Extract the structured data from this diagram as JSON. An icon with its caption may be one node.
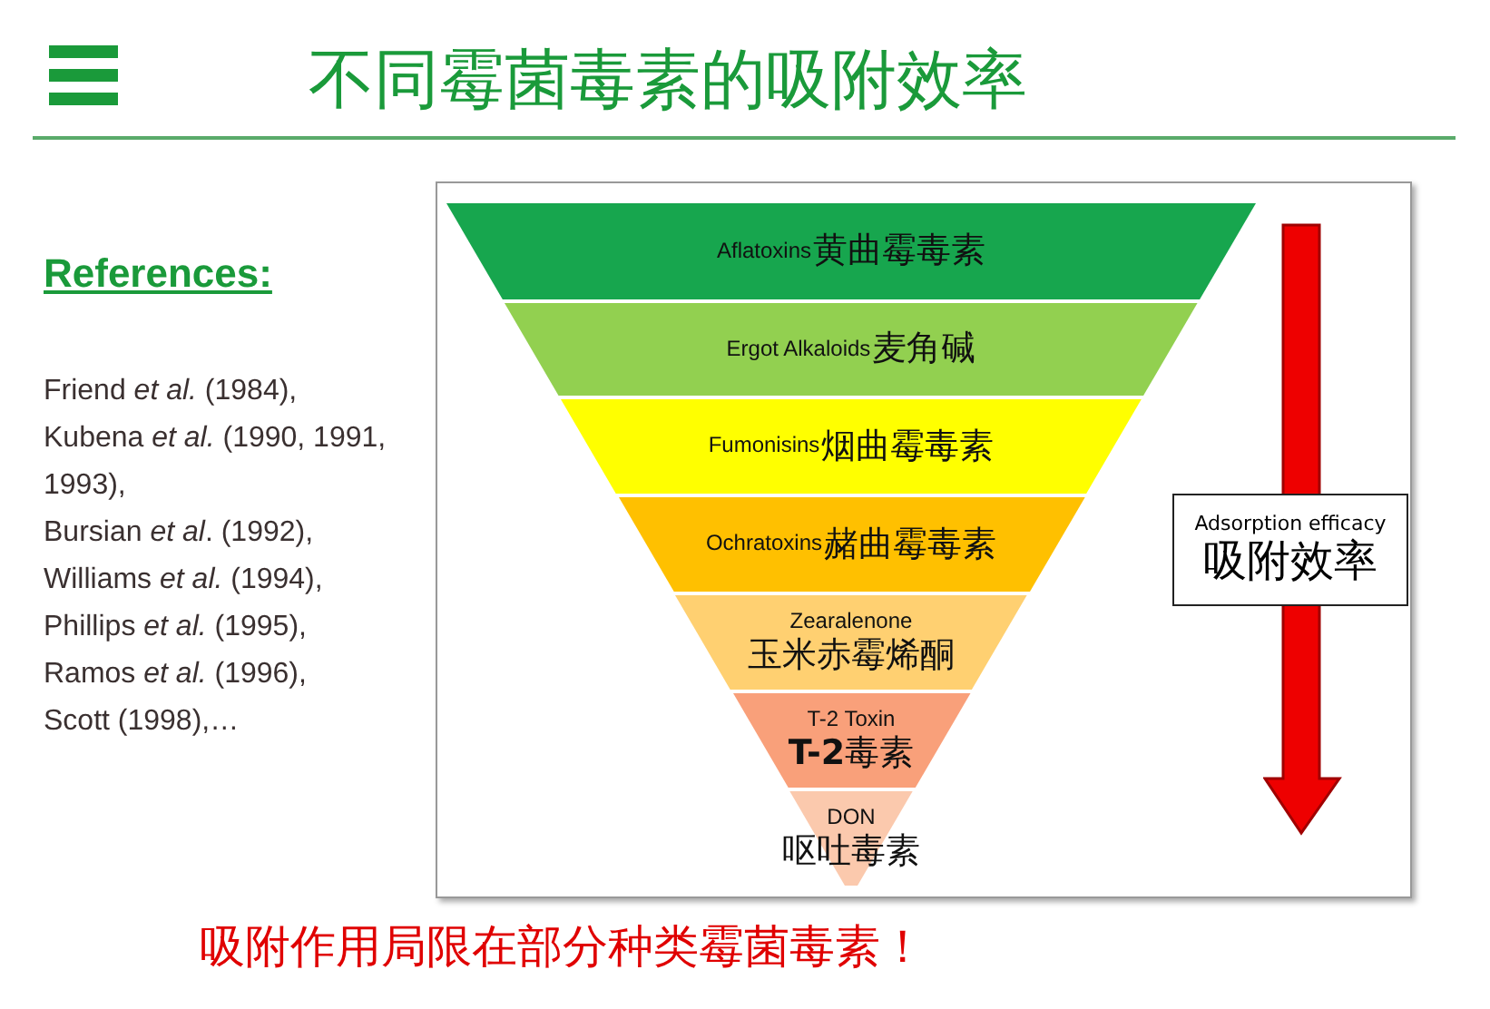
{
  "diagram": {
    "title": "不同霉菌毒素的吸附效率",
    "caption": "吸附作用局限在部分种类霉菌毒素！",
    "nodes": [
      {
        "text": [
          "Aflatoxins",
          "黄曲霉毒素"
        ]
      },
      {
        "text": [
          "Ergot Alkaloids",
          "麦角碱"
        ]
      },
      {
        "text": [
          "Fumonisins",
          "烟曲霉毒素"
        ]
      },
      {
        "text": [
          "Ochratoxins",
          "赭曲霉毒素"
        ]
      },
      {
        "text": [
          "Zearalenone",
          "玉米赤霉烯酮"
        ]
      },
      {
        "text": [
          "T-2 Toxin",
          "**T-2**毒素"
        ]
      },
      {
        "text": [
          "DON",
          "呕吐毒素"
        ]
      },
      {
        "text": [
          "Adsorption efficacy",
          "吸附效率"
        ]
      }
    ],
    "edges": [],
    "labels": [
      "References:",
      "Friend *et al.* (1984),",
      "Kubena *et al.* (1990, 1991, 1993),",
      "Bursian *et al*. (1992),",
      "Williams *et al.* (1994),",
      "Phillips *et al.* (1995),",
      "Ramos *et al.* (1996),",
      "Scott (1998),…"
    ]
  }
}
